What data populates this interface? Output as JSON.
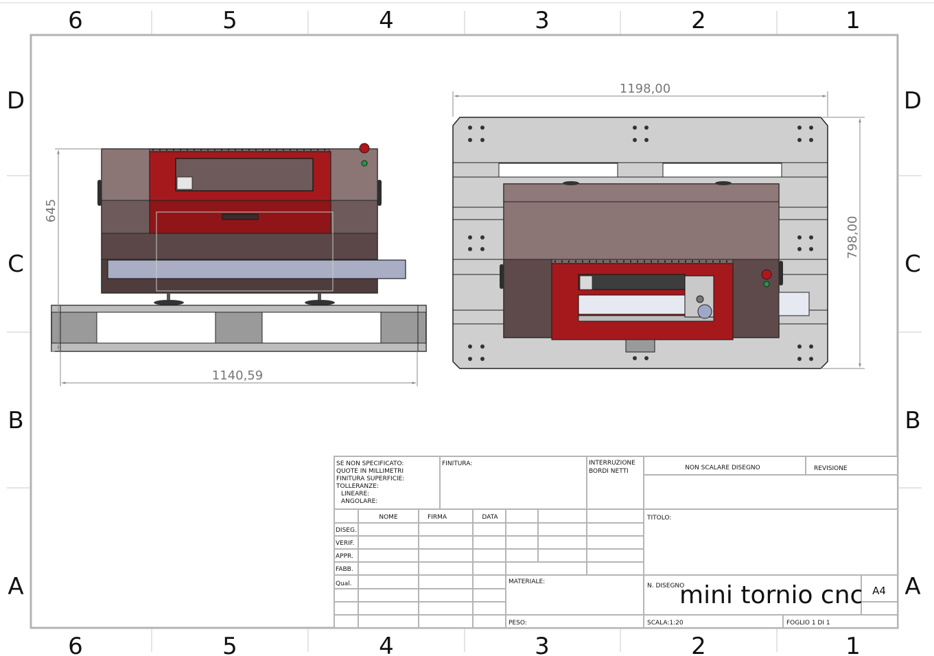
{
  "zones": {
    "columns": [
      "6",
      "5",
      "4",
      "3",
      "2",
      "1"
    ],
    "rows": [
      "D",
      "C",
      "B",
      "A"
    ]
  },
  "views": {
    "front": {
      "dim_width": "1140,59",
      "dim_height": "645"
    },
    "top": {
      "dim_width": "1198,00",
      "dim_height": "798,00"
    }
  },
  "title_block": {
    "general_notes": [
      "SE NON SPECIFICATO:",
      "QUOTE IN MILLIMETRI",
      "FINITURA SUPERFICIE:",
      "TOLLERANZE:",
      "LINEARE:",
      "ANGOLARE:"
    ],
    "finish_label": "FINITURA:",
    "edges_label": [
      "INTERRUZIONE",
      "BORDI NETTI"
    ],
    "no_scale": "NON SCALARE DISEGNO",
    "revision": "REVISIONE",
    "col_headers": [
      "NOME",
      "FIRMA",
      "DATA"
    ],
    "row_labels": [
      "DISEG.",
      "VERIF.",
      "APPR.",
      "FABB.",
      "Qual."
    ],
    "title_label": "TITOLO:",
    "material_label": "MATERIALE:",
    "drawing_no_label": "N. DISEGNO",
    "drawing_name": "mini tornio cnc",
    "size": "A4",
    "weight_label": "PESO:",
    "scale": "SCALA:1:20",
    "sheet": "FOGLIO 1 DI 1"
  },
  "colors": {
    "frame": "#a6a6a6",
    "pallet": "#cfcfcf",
    "body_dark": "#5a4646",
    "body_mid": "#7a6464",
    "body_light": "#8e7878",
    "red_door": "#a5191c",
    "rail_blue": "#a9aec4",
    "dimension": "#7a7a7a"
  }
}
